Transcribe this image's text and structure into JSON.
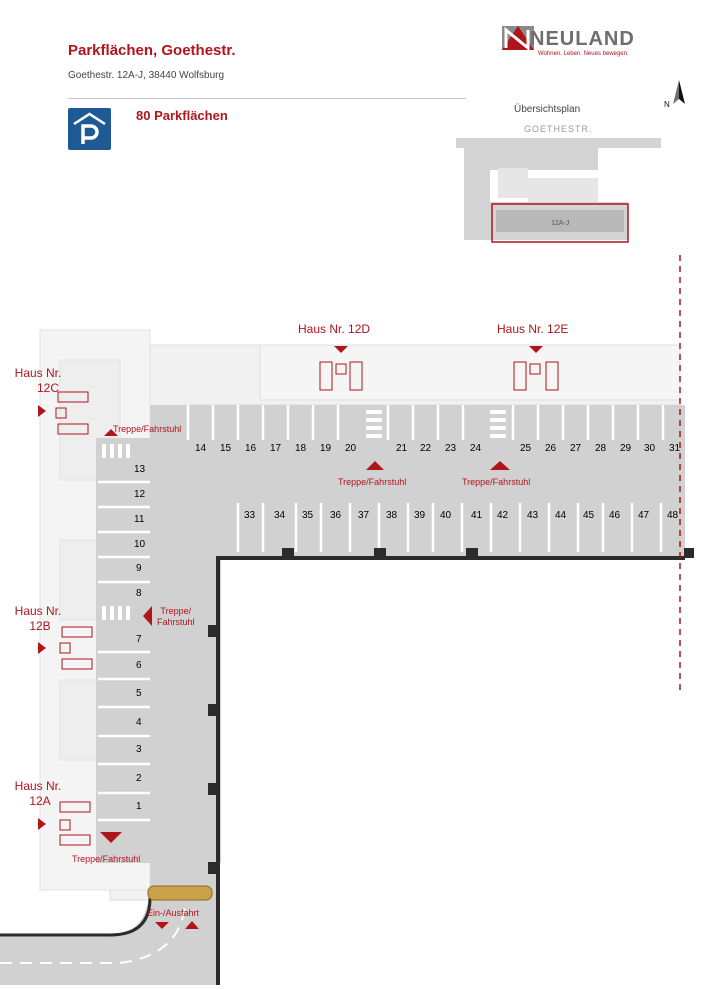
{
  "header": {
    "title": "Parkflächen, Goethestr.",
    "address": "Goethestr. 12A-J, 38440 Wolfsburg",
    "parking_count_label": "80 Parkflächen",
    "parking_icon": "parking-garage-icon"
  },
  "logo": {
    "name": "NEULAND",
    "slogan": "Wohnen. Leben. Neues bewegen."
  },
  "overview": {
    "label": "Übersichtsplan",
    "street": "GOETHESTR.",
    "building": "12A-J",
    "north": "N"
  },
  "houses": {
    "h12c_line1": "Haus Nr.",
    "h12c_line2": "12C",
    "h12b_line1": "Haus Nr.",
    "h12b_line2": "12B",
    "h12a_line1": "Haus Nr.",
    "h12a_line2": "12A",
    "h12d": "Haus Nr. 12D",
    "h12e": "Haus Nr. 12E"
  },
  "labels": {
    "stair_top_left": "Treppe/Fahrstuhl",
    "stair_12d": "Treppe/Fahrstuhl",
    "stair_12e": "Treppe/Fahrstuhl",
    "stair_mid_line1": "Treppe/",
    "stair_mid_line2": "Fahrstuhl",
    "stair_bottom": "Treppe/Fahrstuhl",
    "entrance": "Ein-/Ausfahrt"
  },
  "spots": {
    "left": [
      "13",
      "12",
      "11",
      "10",
      "9",
      "8",
      "7",
      "6",
      "5",
      "4",
      "3",
      "2",
      "1"
    ],
    "top": [
      "14",
      "15",
      "16",
      "17",
      "18",
      "19",
      "20",
      "21",
      "22",
      "23",
      "24",
      "25",
      "26",
      "27",
      "28",
      "29",
      "30",
      "31"
    ],
    "bottom": [
      "33",
      "34",
      "35",
      "36",
      "37",
      "38",
      "39",
      "40",
      "41",
      "42",
      "43",
      "44",
      "45",
      "46",
      "47",
      "48"
    ]
  },
  "colors": {
    "brand_red": "#b0151c",
    "parking_blue": "#1f5a96",
    "road_gray": "#cfcfcf",
    "building_gray": "#f0f0f0"
  }
}
